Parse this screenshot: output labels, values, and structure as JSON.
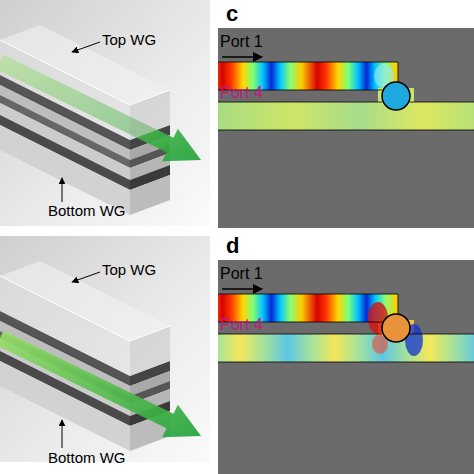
{
  "diagram": {
    "labels": [
      "c",
      "Top WG",
      "Port 1",
      "Port 4",
      "Bottom WG",
      "d",
      "Top WG",
      "Port 1",
      "Port 4",
      "Bottom WG"
    ]
  }
}
